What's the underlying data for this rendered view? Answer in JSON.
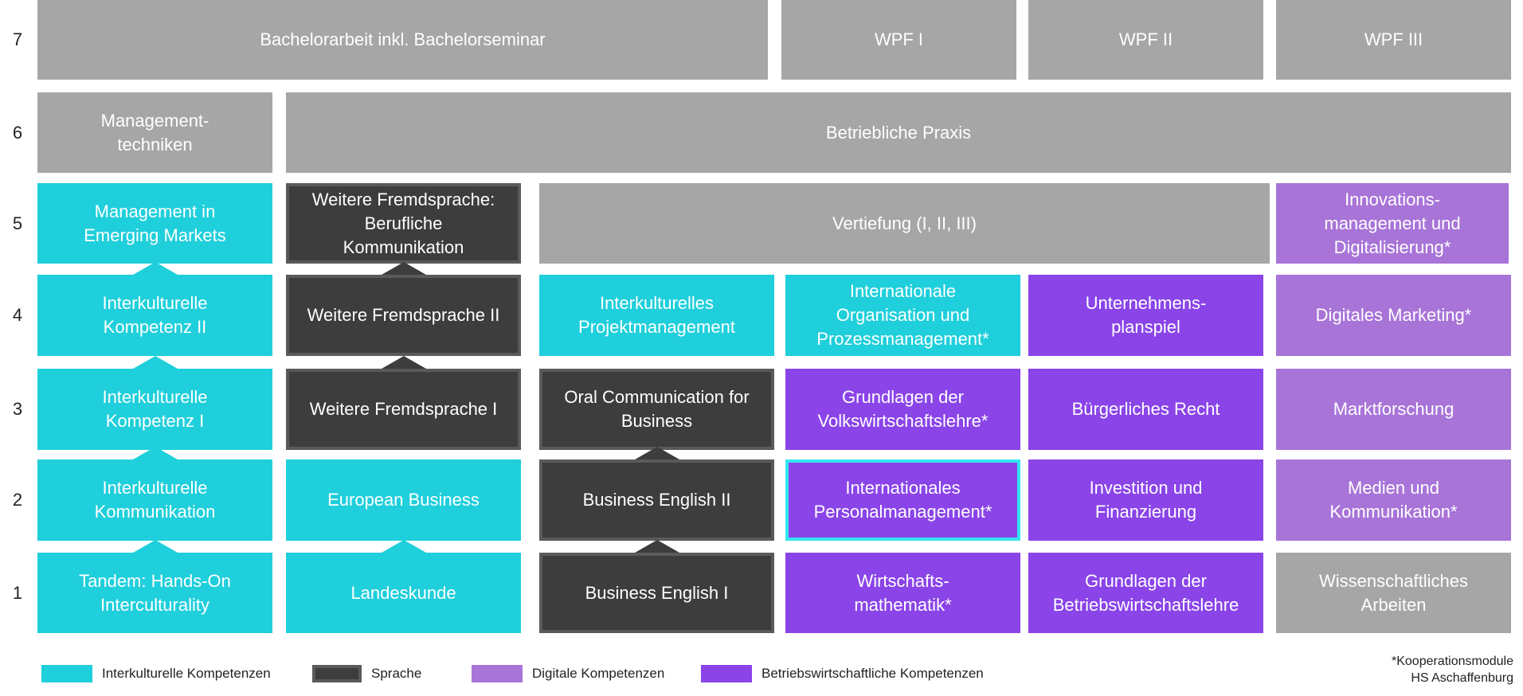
{
  "semester_labels": [
    "1",
    "2",
    "3",
    "4",
    "5",
    "6",
    "7"
  ],
  "colors": {
    "Interkulturelle Kompetenzen": "#1fcfdb",
    "Sprache": "#3d3d3d",
    "Digitale Kompetenzen": "#a874d8",
    "Betriebswirtschaftliche Kompetenzen": "#8a44e8",
    "other": "#a6a6a6",
    "highlight": "#34e6f0"
  },
  "modules": [
    {
      "semester": "7",
      "label": "Bachelorarbeit inkl. Bachelorseminar",
      "category": "other"
    },
    {
      "semester": "7",
      "label": "WPF I",
      "category": "other"
    },
    {
      "semester": "7",
      "label": "WPF II",
      "category": "other"
    },
    {
      "semester": "7",
      "label": "WPF III",
      "category": "other"
    },
    {
      "semester": "6",
      "label": "Management-\ntechniken",
      "category": "other"
    },
    {
      "semester": "6",
      "label": "Betriebliche Praxis",
      "category": "other"
    },
    {
      "semester": "5",
      "label": "Management in\nEmerging Markets",
      "category": "Interkulturelle Kompetenzen"
    },
    {
      "semester": "5",
      "label": "Weitere Fremdsprache:\nBerufliche\nKommunikation",
      "category": "Sprache"
    },
    {
      "semester": "5",
      "label": "Vertiefung (I, II, III)",
      "category": "other"
    },
    {
      "semester": "5",
      "label": "Innovations-\nmanagement und\nDigitalisierung*",
      "category": "Digitale Kompetenzen"
    },
    {
      "semester": "4",
      "label": "Interkulturelle\nKompetenz II",
      "category": "Interkulturelle Kompetenzen"
    },
    {
      "semester": "4",
      "label": "Weitere Fremdsprache II",
      "category": "Sprache"
    },
    {
      "semester": "4",
      "label": "Interkulturelles\nProjektmanagement",
      "category": "Interkulturelle Kompetenzen"
    },
    {
      "semester": "4",
      "label": "Internationale\nOrganisation und\nProzessmanagement*",
      "category": "Interkulturelle Kompetenzen"
    },
    {
      "semester": "4",
      "label": "Unternehmens-\nplanspiel",
      "category": "Betriebswirtschaftliche Kompetenzen"
    },
    {
      "semester": "4",
      "label": "Digitales Marketing*",
      "category": "Digitale Kompetenzen"
    },
    {
      "semester": "3",
      "label": "Interkulturelle\nKompetenz I",
      "category": "Interkulturelle Kompetenzen"
    },
    {
      "semester": "3",
      "label": "Weitere Fremdsprache I",
      "category": "Sprache"
    },
    {
      "semester": "3",
      "label": "Oral Communication for\nBusiness",
      "category": "Sprache"
    },
    {
      "semester": "3",
      "label": "Grundlagen der\nVolkswirtschaftslehre*",
      "category": "Betriebswirtschaftliche Kompetenzen"
    },
    {
      "semester": "3",
      "label": "Bürgerliches Recht",
      "category": "Betriebswirtschaftliche Kompetenzen"
    },
    {
      "semester": "3",
      "label": "Marktforschung",
      "category": "Digitale Kompetenzen"
    },
    {
      "semester": "2",
      "label": "Interkulturelle\nKommunikation",
      "category": "Interkulturelle Kompetenzen"
    },
    {
      "semester": "2",
      "label": "European Business",
      "category": "Interkulturelle Kompetenzen"
    },
    {
      "semester": "2",
      "label": "Business English II",
      "category": "Sprache"
    },
    {
      "semester": "2",
      "label": "Internationales\nPersonalmanagement*",
      "category": "Betriebswirtschaftliche Kompetenzen",
      "highlighted": true
    },
    {
      "semester": "2",
      "label": "Investition und\nFinanzierung",
      "category": "Betriebswirtschaftliche Kompetenzen"
    },
    {
      "semester": "2",
      "label": "Medien und\nKommunikation*",
      "category": "Digitale Kompetenzen"
    },
    {
      "semester": "1",
      "label": "Tandem: Hands-On\nInterculturality",
      "category": "Interkulturelle Kompetenzen"
    },
    {
      "semester": "1",
      "label": "Landeskunde",
      "category": "Interkulturelle Kompetenzen"
    },
    {
      "semester": "1",
      "label": "Business English I",
      "category": "Sprache"
    },
    {
      "semester": "1",
      "label": "Wirtschafts-\nmathematik*",
      "category": "Betriebswirtschaftliche Kompetenzen"
    },
    {
      "semester": "1",
      "label": "Grundlagen der\nBetriebswirtschaftslehre",
      "category": "Betriebswirtschaftliche Kompetenzen"
    },
    {
      "semester": "1",
      "label": "Wissenschaftliches\nArbeiten",
      "category": "other"
    }
  ],
  "prerequisite_arrows": [
    {
      "from": "Tandem: Hands-On\nInterculturality",
      "to": "Interkulturelle\nKommunikation"
    },
    {
      "from": "Interkulturelle\nKommunikation",
      "to": "Interkulturelle\nKompetenz I"
    },
    {
      "from": "Interkulturelle\nKompetenz I",
      "to": "Interkulturelle\nKompetenz II"
    },
    {
      "from": "Interkulturelle\nKompetenz II",
      "to": "Management in\nEmerging Markets"
    },
    {
      "from": "Landeskunde",
      "to": "European Business"
    },
    {
      "from": "Weitere Fremdsprache I",
      "to": "Weitere Fremdsprache II"
    },
    {
      "from": "Weitere Fremdsprache II",
      "to": "Weitere Fremdsprache:\nBerufliche\nKommunikation"
    },
    {
      "from": "Business English I",
      "to": "Business English II"
    },
    {
      "from": "Business English II",
      "to": "Oral Communication for\nBusiness"
    }
  ],
  "legend": [
    {
      "label": "Interkulturelle Kompetenzen",
      "category": "Interkulturelle Kompetenzen"
    },
    {
      "label": "Sprache",
      "category": "Sprache"
    },
    {
      "label": "Digitale Kompetenzen",
      "category": "Digitale Kompetenzen"
    },
    {
      "label": "Betriebswirtschaftliche Kompetenzen",
      "category": "Betriebswirtschaftliche Kompetenzen"
    }
  ],
  "footnote": {
    "line1": "*Kooperationsmodule",
    "line2": "HS Aschaffenburg"
  }
}
